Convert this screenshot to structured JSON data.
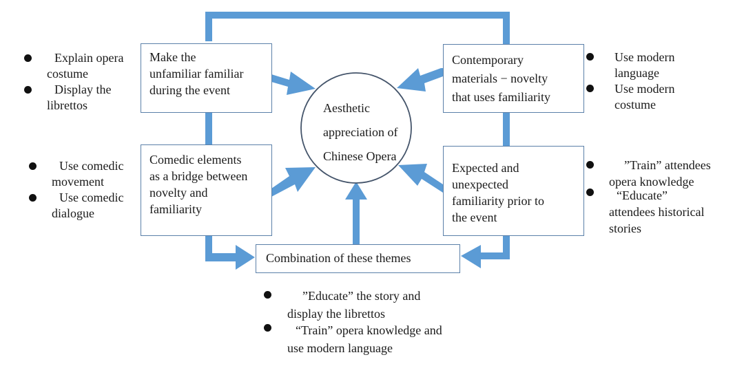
{
  "diagram": {
    "colors": {
      "arrow": "#5b9bd5",
      "box_border": "#5a7fa8",
      "text": "#1a1a1a",
      "background": "#ffffff"
    },
    "center": {
      "lines": [
        "Aesthetic",
        "appreciation of",
        "Chinese Opera"
      ]
    },
    "boxes": {
      "top_left": {
        "lines": [
          "Make the",
          "unfamiliar familiar",
          "during the event"
        ]
      },
      "top_right": {
        "lines": [
          "Contemporary",
          "materials − novelty",
          "that uses familiarity"
        ]
      },
      "bottom_left": {
        "lines": [
          "Comedic elements",
          "as a bridge between",
          "novelty and",
          "familiarity"
        ]
      },
      "bottom_right": {
        "lines": [
          "Expected and",
          "unexpected",
          "familiarity prior to",
          "the event"
        ]
      },
      "bottom_center": {
        "lines": [
          "Combination of these themes"
        ]
      }
    },
    "bullets": {
      "top_left": [
        {
          "first": "Explain opera",
          "rest": "costume"
        },
        {
          "first": "Display the",
          "rest": "librettos"
        }
      ],
      "top_right": [
        {
          "first": "Use modern",
          "rest": "language"
        },
        {
          "first": "Use modern",
          "rest": "costume"
        }
      ],
      "bottom_left": [
        {
          "first": "Use comedic",
          "rest": "movement"
        },
        {
          "first": "Use comedic",
          "rest": "dialogue"
        }
      ],
      "bottom_right": [
        {
          "first": "”Train” attendees",
          "rest": "opera knowledge"
        },
        {
          "first": "“Educate”",
          "rest": "attendees historical",
          "rest2": "stories"
        }
      ],
      "bottom_center": [
        {
          "first": "”Educate” the story and",
          "rest": "display the librettos"
        },
        {
          "first": "“Train” opera knowledge and",
          "rest": "use modern language"
        }
      ]
    }
  }
}
